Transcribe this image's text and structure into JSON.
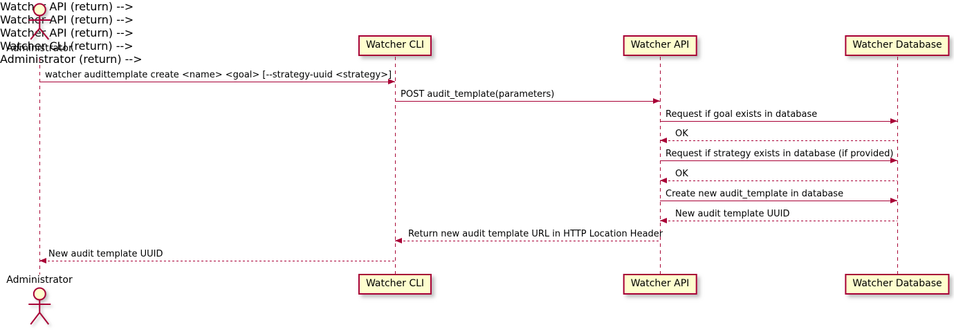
{
  "diagram": {
    "type": "sequence",
    "colors": {
      "line": "#A80036",
      "participant_fill": "#FEFECE",
      "text": "#000000",
      "background": "#FFFFFF"
    },
    "actor": {
      "name": "Administrator"
    },
    "participants": [
      {
        "label": "Watcher CLI"
      },
      {
        "label": "Watcher API"
      },
      {
        "label": "Watcher Database"
      }
    ],
    "messages": [
      {
        "from": "Administrator",
        "to": "Watcher CLI",
        "style": "solid",
        "label": "watcher audittemplate create <name> <goal> [--strategy-uuid <strategy>]"
      },
      {
        "from": "Watcher CLI",
        "to": "Watcher API",
        "style": "solid",
        "label": "POST audit_template(parameters)"
      },
      {
        "from": "Watcher API",
        "to": "Watcher Database",
        "style": "solid",
        "label": "Request if goal exists in database"
      },
      {
        "from": "Watcher Database",
        "to": "Watcher API",
        "style": "dashed",
        "label": "OK"
      },
      {
        "from": "Watcher API",
        "to": "Watcher Database",
        "style": "solid",
        "label": "Request if strategy exists in database (if provided)"
      },
      {
        "from": "Watcher Database",
        "to": "Watcher API",
        "style": "dashed",
        "label": "OK"
      },
      {
        "from": "Watcher API",
        "to": "Watcher Database",
        "style": "solid",
        "label": "Create new audit_template in database"
      },
      {
        "from": "Watcher Database",
        "to": "Watcher API",
        "style": "dashed",
        "label": "New audit template UUID"
      },
      {
        "from": "Watcher API",
        "to": "Watcher CLI",
        "style": "dashed",
        "label": "Return new audit template URL in HTTP Location Header"
      },
      {
        "from": "Watcher CLI",
        "to": "Administrator",
        "style": "dashed",
        "label": "New audit template UUID"
      }
    ]
  }
}
